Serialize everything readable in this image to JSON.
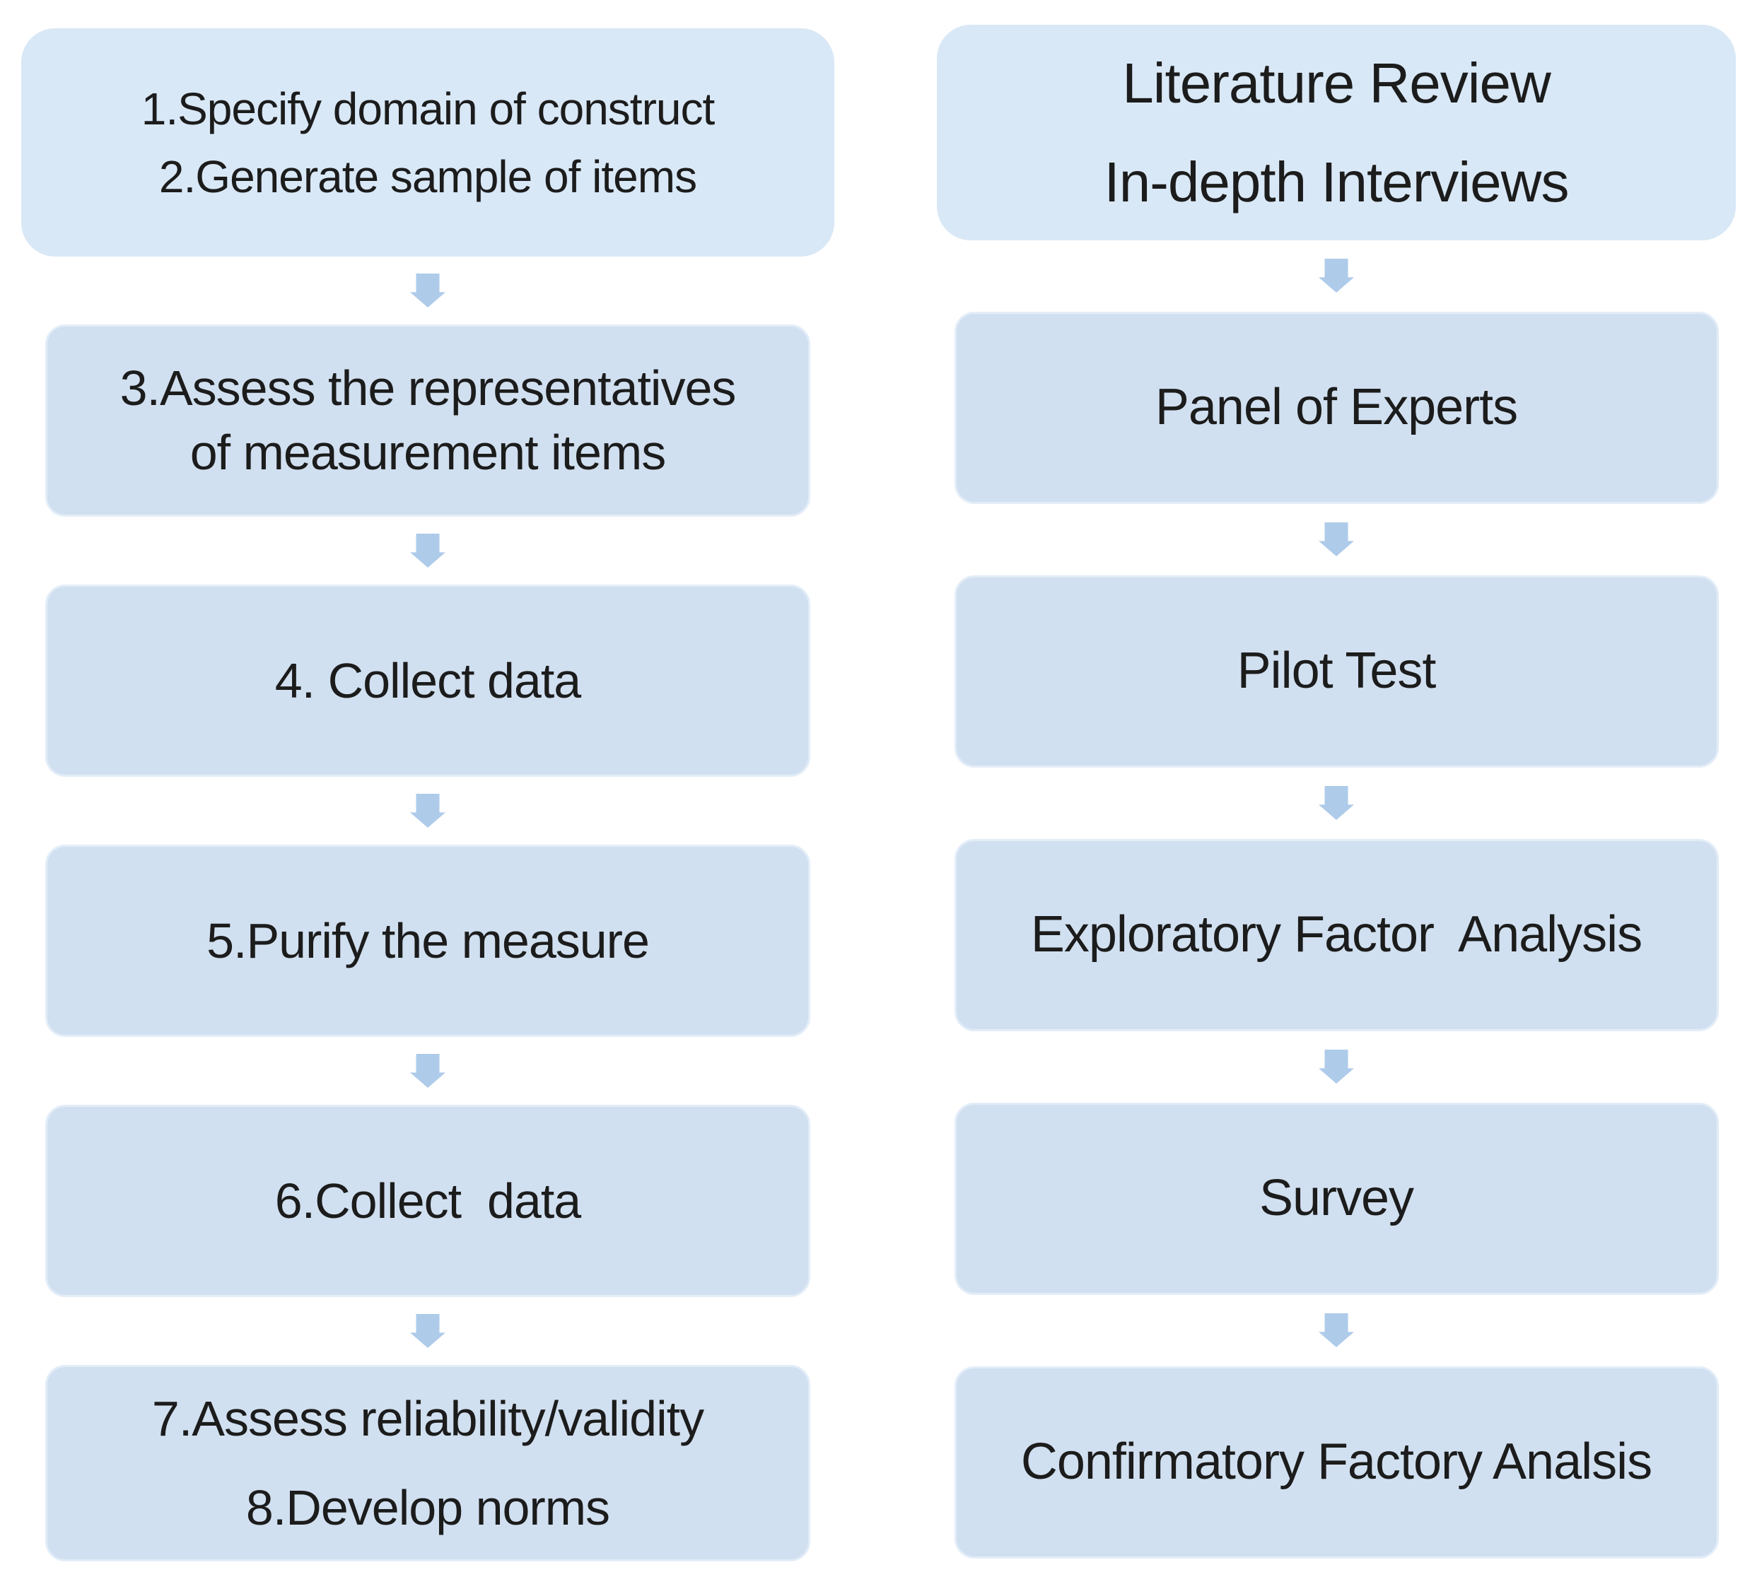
{
  "diagram": {
    "type": "flowchart",
    "direction": "top-to-bottom",
    "colors": {
      "background": "#ffffff",
      "box_fill_row1": "#d9e8f6",
      "box_fill": "#d1e0f0",
      "box_border": "#e3edf8",
      "arrow": "#aecbea",
      "text": "#1c1c1c"
    },
    "icons": {
      "connector": "down-arrow-icon"
    },
    "columns": [
      {
        "name": "scale-development-steps",
        "boxes": [
          {
            "text": "1.Specify domain of construct\n2.Generate sample of items"
          },
          {
            "text": "3.Assess the representatives\nof measurement items"
          },
          {
            "text": "4. Collect data"
          },
          {
            "text": "5.Purify the measure"
          },
          {
            "text": "6.Collect  data"
          },
          {
            "text": "7.Assess reliability/validity\n8.Develop norms"
          }
        ]
      },
      {
        "name": "methods",
        "boxes": [
          {
            "text": "Literature Review\nIn-depth Interviews"
          },
          {
            "text": "Panel of Experts"
          },
          {
            "text": "Pilot Test"
          },
          {
            "text": "Exploratory Factor  Analysis"
          },
          {
            "text": "Survey"
          },
          {
            "text": "Confirmatory Factory Analsis"
          }
        ]
      }
    ]
  }
}
